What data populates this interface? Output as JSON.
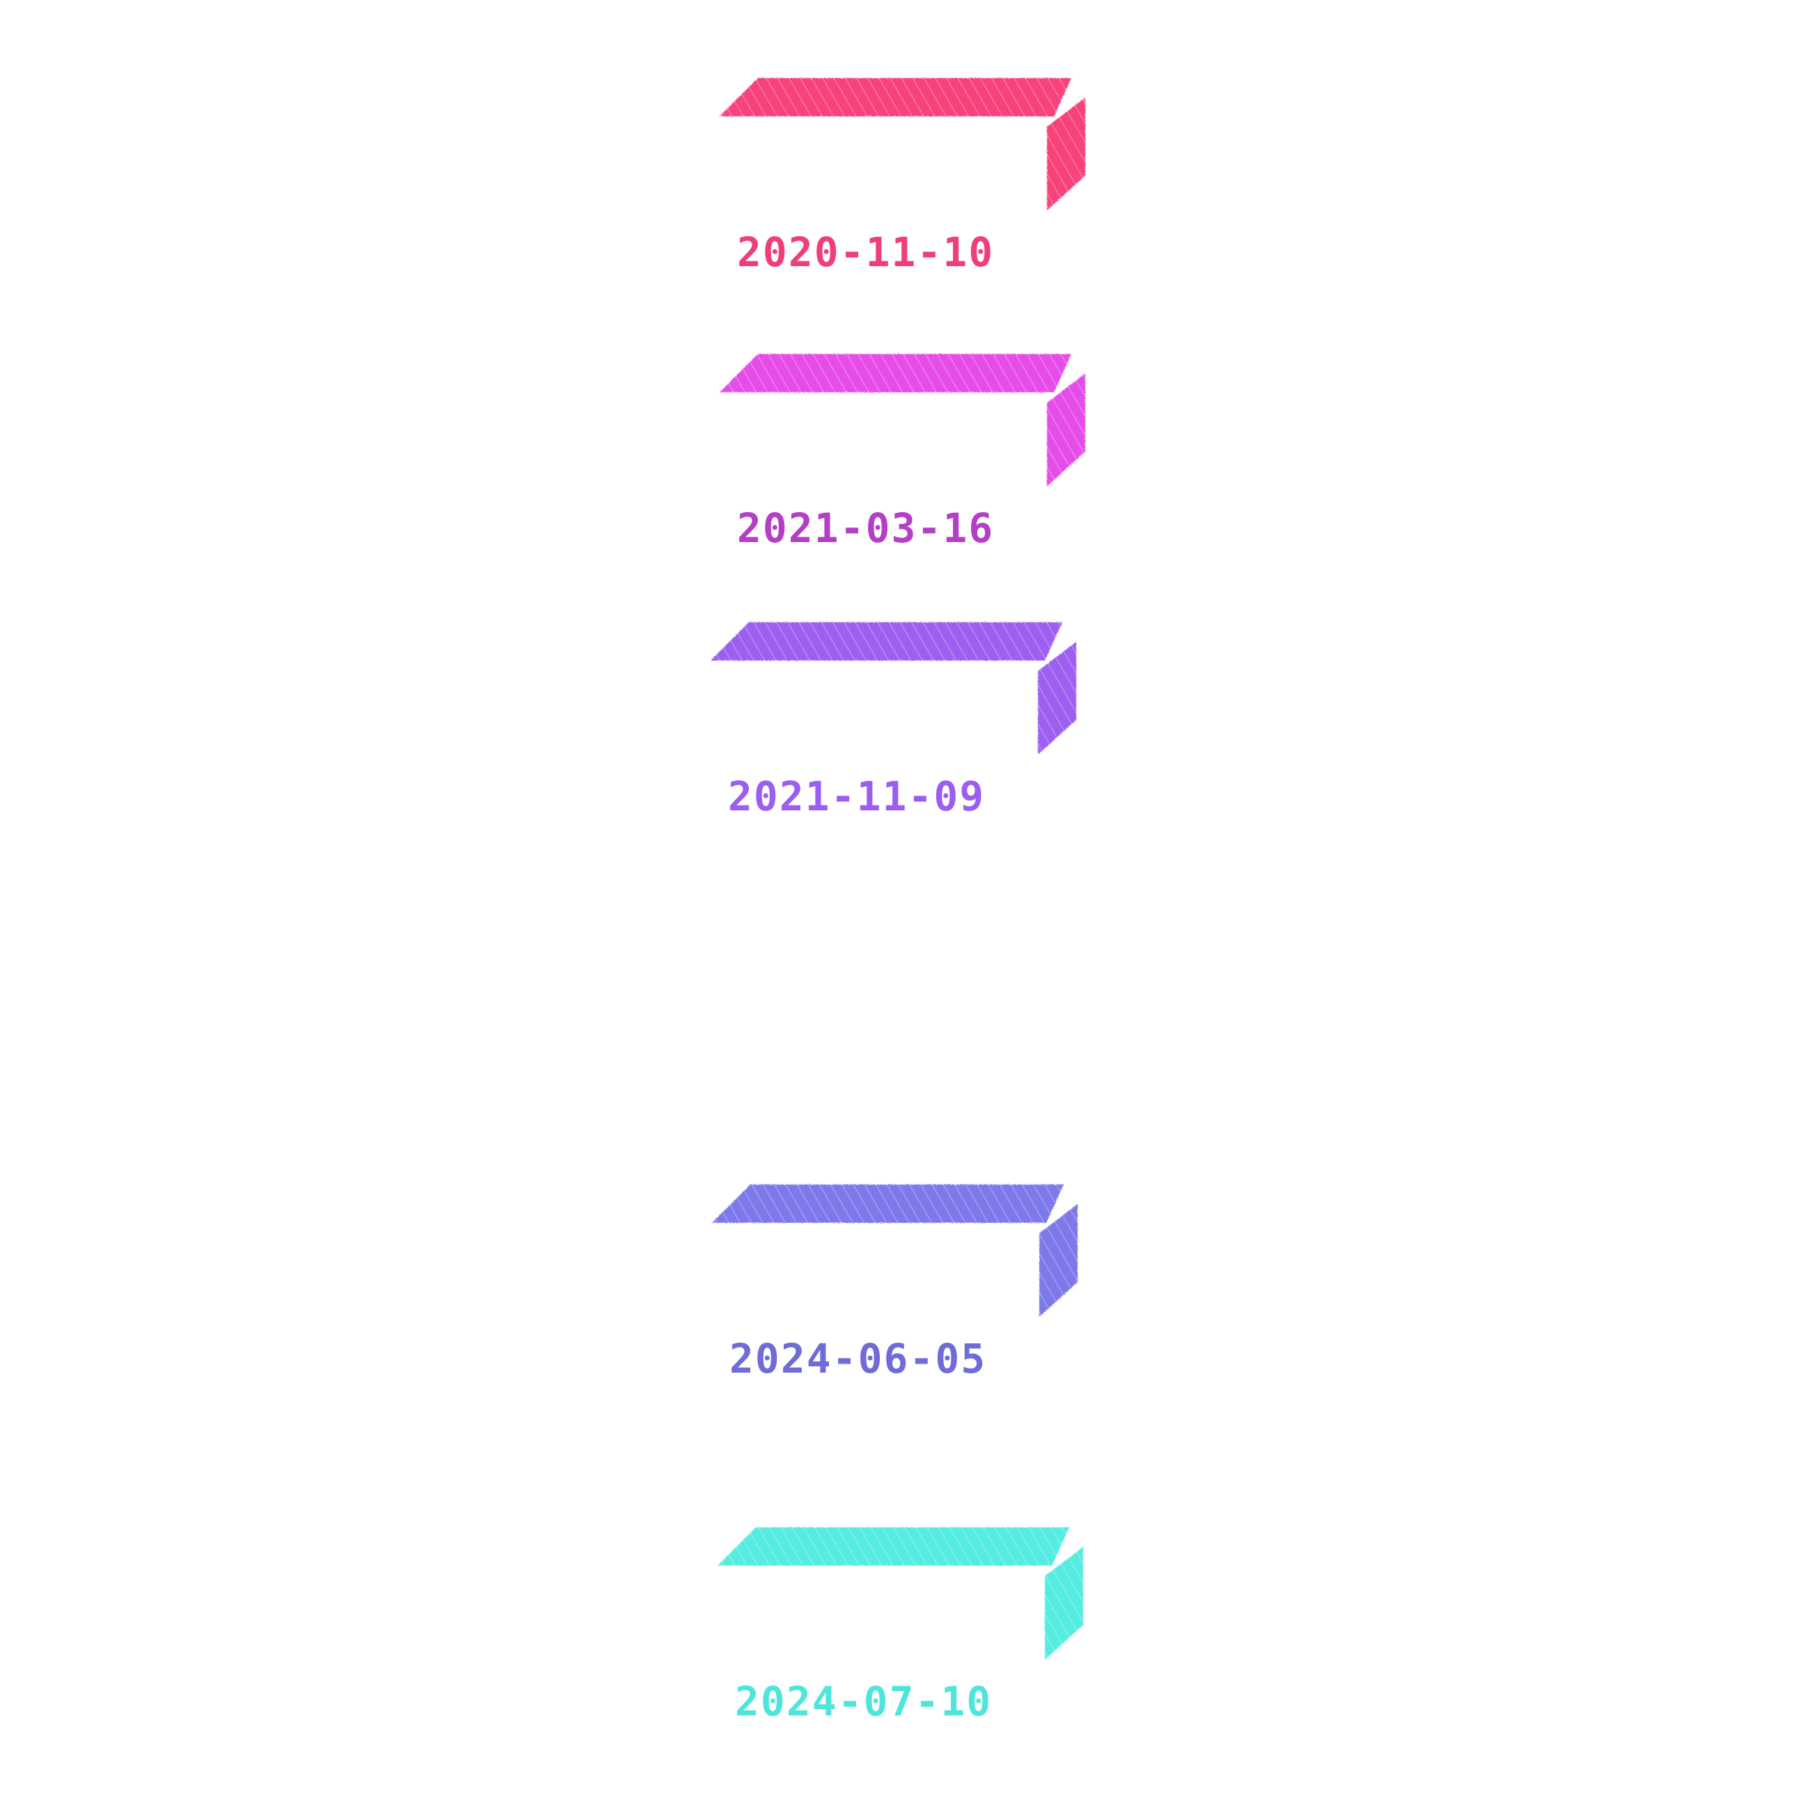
{
  "timeline": {
    "milestones": [
      {
        "date": "2020-11-10",
        "color": "#f7427a",
        "date_color": "#ee3f78"
      },
      {
        "date": "2021-03-16",
        "color": "#e64ee8",
        "date_color": "#b43fc6"
      },
      {
        "date": "2021-11-09",
        "color": "#9d5ff0",
        "date_color": "#9a5ef0"
      },
      {
        "date": "2024-06-05",
        "color": "#7d79ea",
        "date_color": "#6f6bd8"
      },
      {
        "date": "2024-07-10",
        "color": "#55ece2",
        "date_color": "#4fe5db"
      }
    ]
  }
}
